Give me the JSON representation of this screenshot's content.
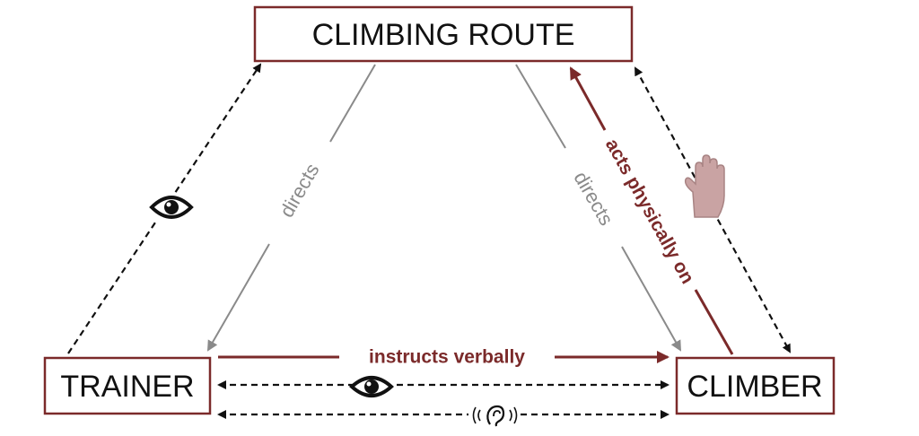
{
  "nodes": {
    "route": {
      "label": "CLIMBING ROUTE"
    },
    "trainer": {
      "label": "TRAINER"
    },
    "climber": {
      "label": "CLIMBER"
    }
  },
  "edges": {
    "directs_left": {
      "label": "directs"
    },
    "directs_right": {
      "label": "directs"
    },
    "acts_physically": {
      "label": "acts physically on"
    },
    "instructs_verbally": {
      "label": "instructs verbally"
    }
  },
  "icons": {
    "trainer_route": "eye-icon",
    "trainer_climber_watch": "eye-icon",
    "trainer_climber_hear": "ear-icon",
    "climber_route_touch": "hand-icon"
  },
  "colors": {
    "box_border": "#7b2a2a",
    "red_arrow": "#7b2a2a",
    "grey_arrow": "#8a8a8a",
    "dashed": "#111111",
    "hand": "#c9a3a3"
  }
}
